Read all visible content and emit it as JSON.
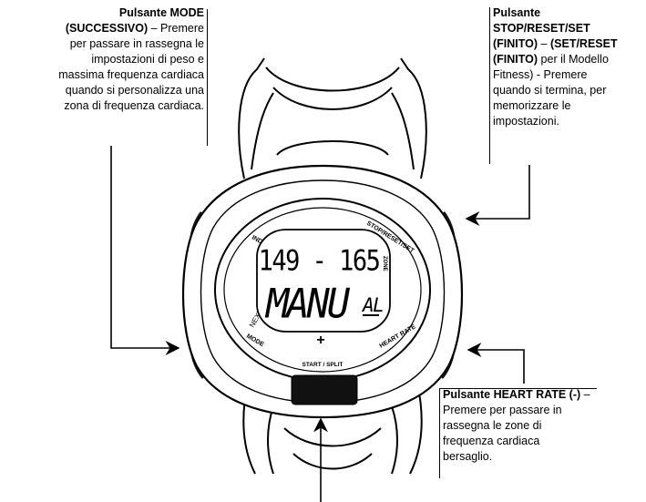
{
  "mode_callout": {
    "lines": [
      [
        {
          "t": "Pulsante MODE",
          "b": true
        }
      ],
      [
        {
          "t": "(SUCCESSIVO)",
          "b": true
        },
        {
          "t": " – Premere",
          "b": false
        }
      ],
      [
        {
          "t": "per passare in rassegna le",
          "b": false
        }
      ],
      [
        {
          "t": "impostazioni di peso e",
          "b": false
        }
      ],
      [
        {
          "t": "massima frequenza cardiaca",
          "b": false
        }
      ],
      [
        {
          "t": "quando si personalizza una",
          "b": false
        }
      ],
      [
        {
          "t": "zona di frequenza cardiaca.",
          "b": false
        }
      ]
    ]
  },
  "stop_callout": {
    "lines": [
      [
        {
          "t": "Pulsante",
          "b": true
        }
      ],
      [
        {
          "t": "STOP/RESET/SET",
          "b": true
        }
      ],
      [
        {
          "t": "(FINITO)",
          "b": true
        },
        {
          "t": " – ",
          "b": false
        },
        {
          "t": "(SET/RESET",
          "b": true
        }
      ],
      [
        {
          "t": "(FINITO)",
          "b": true
        },
        {
          "t": " per il Modello",
          "b": false
        }
      ],
      [
        {
          "t": "Fitness) - Premere",
          "b": false
        }
      ],
      [
        {
          "t": "quando si termina, per",
          "b": false
        }
      ],
      [
        {
          "t": "memorizzare le",
          "b": false
        }
      ],
      [
        {
          "t": "impostazioni.",
          "b": false
        }
      ]
    ]
  },
  "hr_callout": {
    "lines": [
      [
        {
          "t": "Pulsante HEART RATE (-)",
          "b": true
        },
        {
          "t": " –",
          "b": false
        }
      ],
      [
        {
          "t": "Premere per passare in",
          "b": false
        }
      ],
      [
        {
          "t": "rassegna le zone di",
          "b": false
        }
      ],
      [
        {
          "t": "frequenza cardiaca",
          "b": false
        }
      ],
      [
        {
          "t": "bersaglio.",
          "b": false
        }
      ]
    ]
  },
  "watch": {
    "display_top": "149 - 165",
    "display_main": "MANU",
    "display_main_suffix": "AL",
    "bezel_top_left": "INDIGLO",
    "bezel_top_right": "STOP/RESET/SET",
    "bezel_bottom_left_1": "NEXT",
    "bezel_bottom_left_2": "MODE",
    "bezel_bottom_right": "HEART RATE",
    "bezel_bottom": "START / SPLIT",
    "display_side": "ZONE",
    "plus_sign": "+"
  }
}
